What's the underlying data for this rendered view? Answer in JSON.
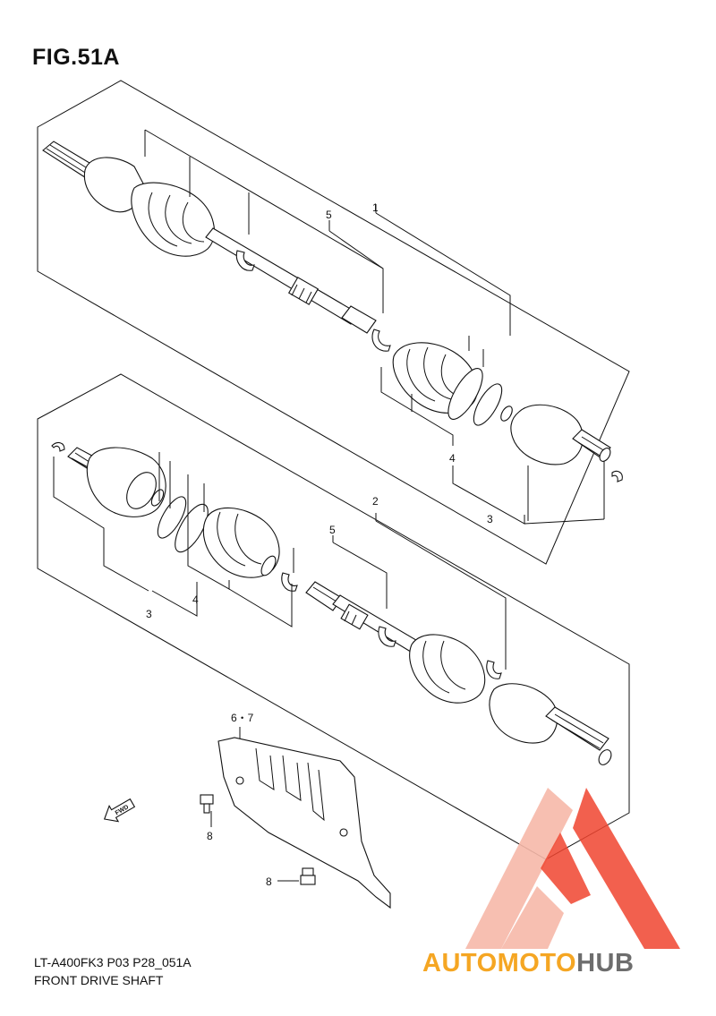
{
  "figure": {
    "title": "FIG.51A",
    "model_line": "LT-A400FK3 P03 P28_051A",
    "caption": "FRONT DRIVE SHAFT",
    "fwd_arrow_text": "FWD"
  },
  "callouts": {
    "upper_assembly": "1",
    "lower_assembly": "2",
    "upper_shaft": "5",
    "lower_shaft": "5",
    "upper_boot_clamp": "4",
    "upper_joint_set": "3",
    "lower_boot_clamp": "4",
    "lower_joint_set": "3",
    "guard": "6・7",
    "bolt_upper": "8",
    "bolt_lower": "8"
  },
  "watermark": {
    "brand_part1": "AUTOMOTO",
    "brand_part2": "HUB",
    "colors": {
      "logo_red": "#f0442f",
      "logo_light": "#f6b8a8",
      "text_orange": "#f5a623",
      "text_gray": "#6d6d6d"
    }
  }
}
